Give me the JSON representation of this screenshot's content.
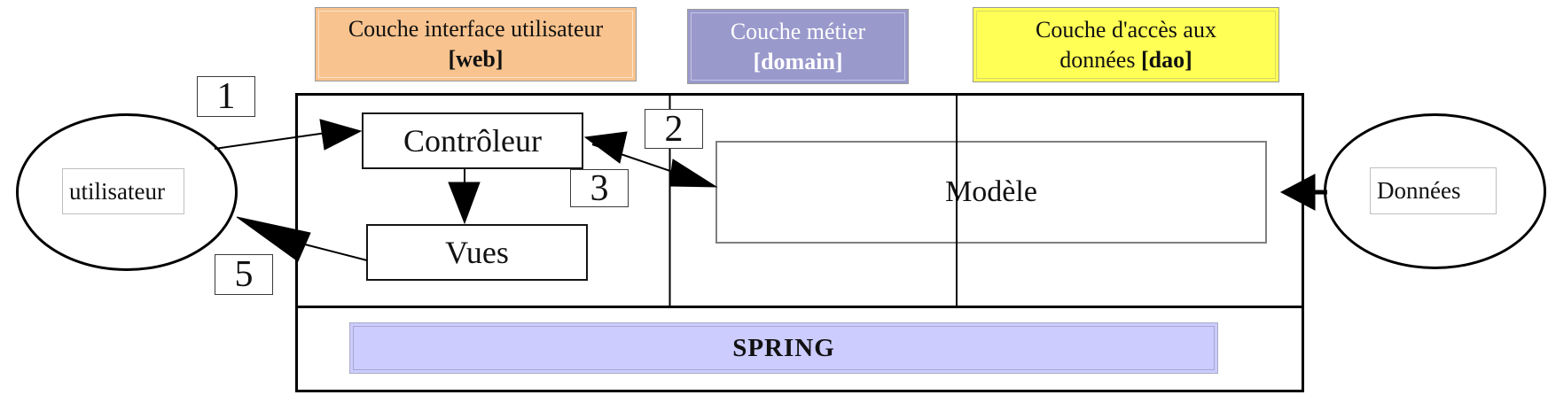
{
  "layers": [
    {
      "id": "web",
      "line1": "Couche interface utilisateur",
      "line2_pre": "",
      "line2_bold": "[web]"
    },
    {
      "id": "domain",
      "line1": "Couche métier",
      "line2_pre": "",
      "line2_bold": "[domain]"
    },
    {
      "id": "dao",
      "line1": "Couche d'accès aux",
      "line2_pre": "données ",
      "line2_bold": "[dao]"
    }
  ],
  "nodes": {
    "controller": "Contrôleur",
    "views": "Vues",
    "model": "Modèle",
    "spring": "SPRING",
    "user": "utilisateur",
    "data": "Données"
  },
  "badges": {
    "b1": "1",
    "b2": "2",
    "b3": "3",
    "b5": "5"
  },
  "connections": [
    {
      "label": "1",
      "from": "utilisateur",
      "to": "Contrôleur",
      "heads": "to"
    },
    {
      "label": "2 / 3",
      "from": "Contrôleur",
      "to": "Modèle",
      "heads": "both"
    },
    {
      "label": "",
      "from": "Contrôleur",
      "to": "Vues",
      "heads": "to"
    },
    {
      "label": "5",
      "from": "Vues",
      "to": "utilisateur",
      "heads": "to"
    },
    {
      "label": "",
      "from": "Données",
      "to": "Modèle",
      "heads": "to"
    }
  ],
  "colors": {
    "web_bg": "#F8C38E",
    "domain_bg": "#9999CC",
    "domain_text": "#FFFFFF",
    "dao_bg": "#FFFF55",
    "spring_bg": "#CCCCFF",
    "line": "#000000"
  }
}
